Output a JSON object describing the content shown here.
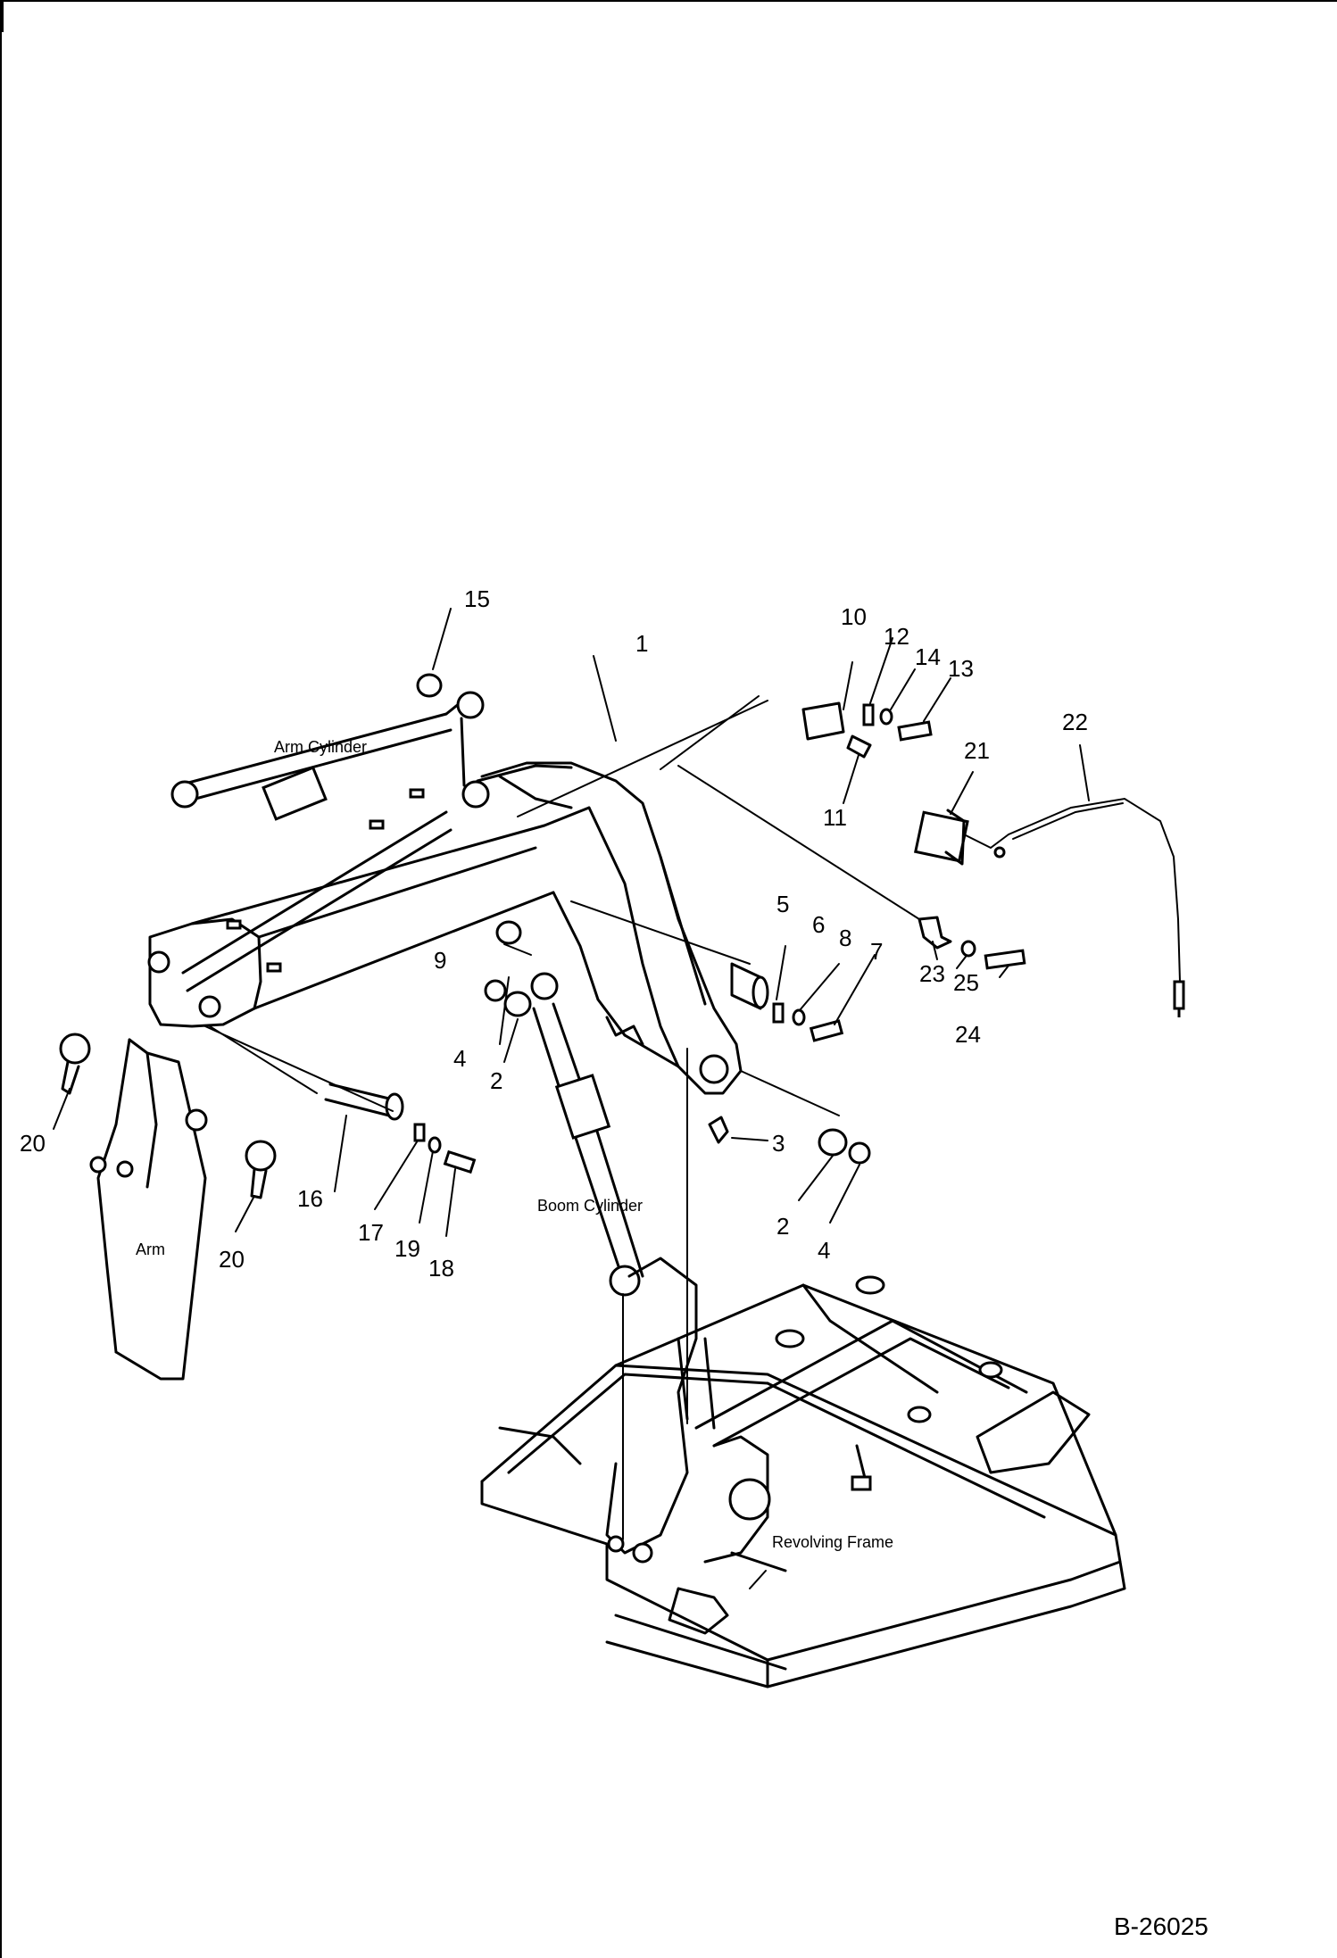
{
  "drawing_code": "B-26025",
  "labels": {
    "arm_cylinder": "Arm  Cylinder",
    "boom_cylinder": "Boom  Cylinder",
    "arm": "Arm",
    "revolving_frame": "Revolving  Frame"
  },
  "callouts": [
    "1",
    "2",
    "2",
    "3",
    "4",
    "4",
    "5",
    "6",
    "7",
    "8",
    "9",
    "10",
    "11",
    "12",
    "13",
    "14",
    "15",
    "16",
    "17",
    "18",
    "19",
    "20",
    "20",
    "21",
    "22",
    "23",
    "24",
    "25"
  ]
}
